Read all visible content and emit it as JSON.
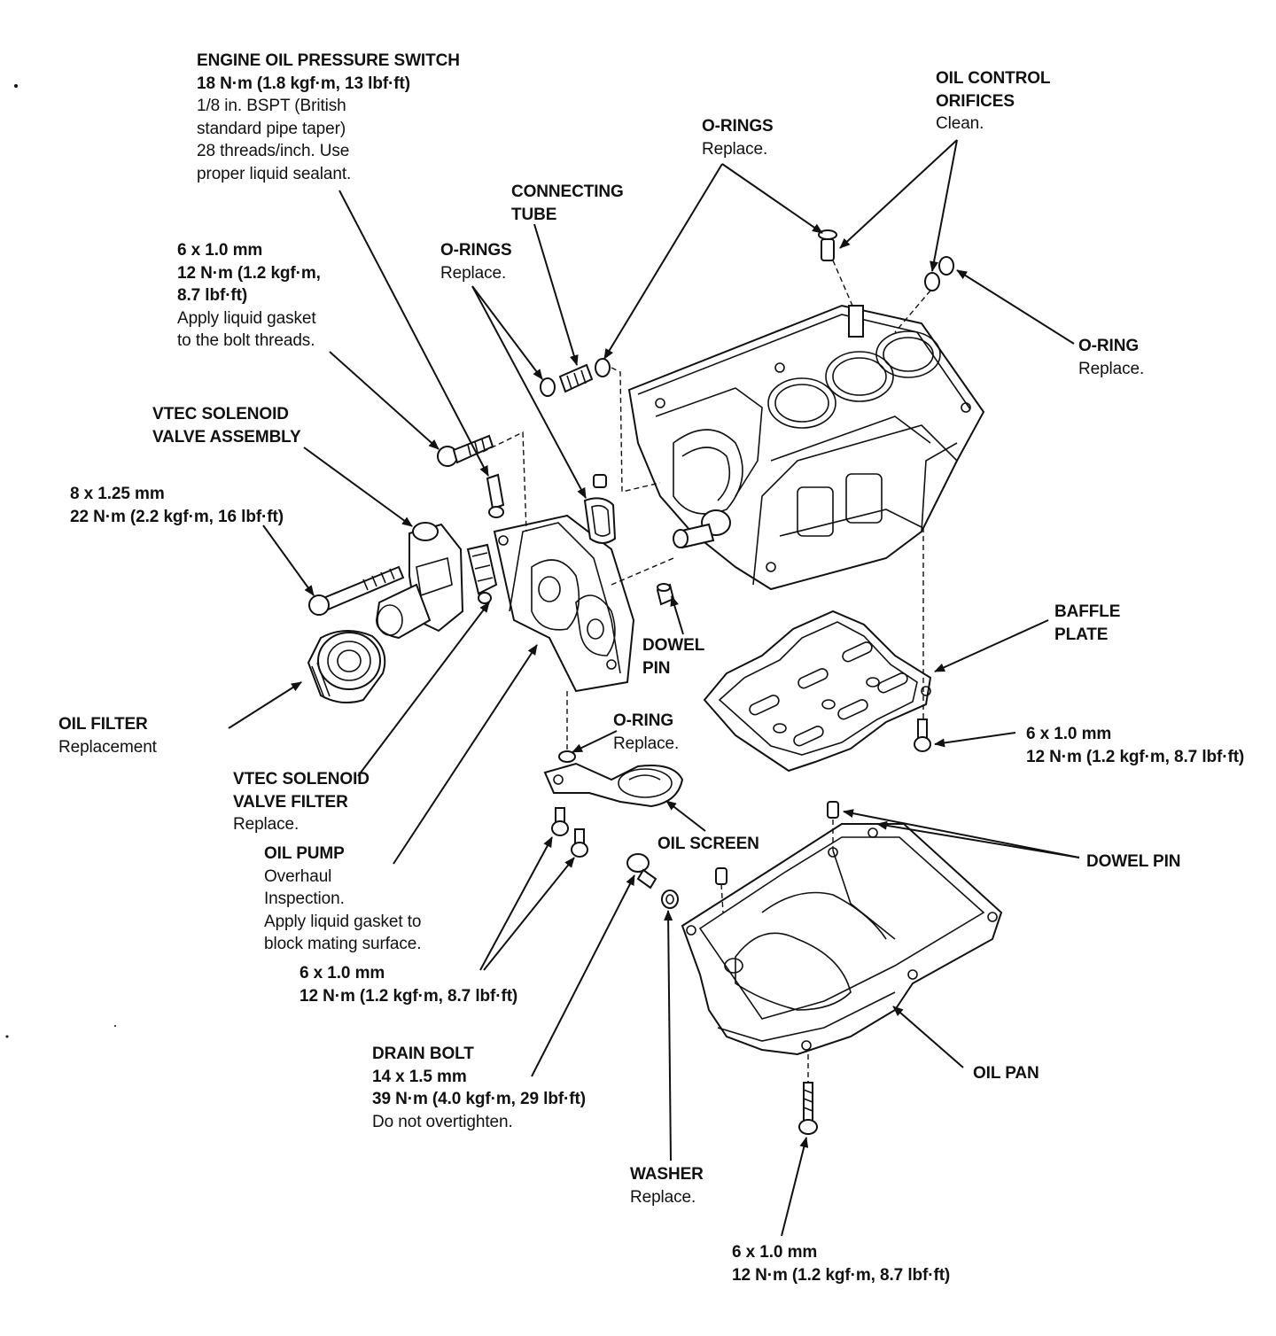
{
  "labels": {
    "pressure_switch": {
      "lines": [
        {
          "t": "ENGINE OIL PRESSURE SWITCH",
          "b": true
        },
        {
          "t": "18 N·m (1.8 kgf·m, 13 lbf·ft)",
          "b": true
        },
        {
          "t": "1/8 in. BSPT (British",
          "b": false
        },
        {
          "t": "standard pipe taper)",
          "b": false
        },
        {
          "t": "28 threads/inch. Use",
          "b": false
        },
        {
          "t": "proper liquid sealant.",
          "b": false
        }
      ]
    },
    "oil_control_orifices": {
      "lines": [
        {
          "t": "OIL CONTROL",
          "b": true
        },
        {
          "t": "ORIFICES",
          "b": true
        },
        {
          "t": "Clean.",
          "b": false
        }
      ]
    },
    "o_rings_top": {
      "lines": [
        {
          "t": "O-RINGS",
          "b": true
        },
        {
          "t": "Replace.",
          "b": false
        }
      ]
    },
    "connecting_tube": {
      "lines": [
        {
          "t": "CONNECTING",
          "b": true
        },
        {
          "t": "TUBE",
          "b": true
        }
      ]
    },
    "o_rings_mid": {
      "lines": [
        {
          "t": "O-RINGS",
          "b": true
        },
        {
          "t": "Replace.",
          "b": false
        }
      ]
    },
    "bolt_6x1_liquid": {
      "lines": [
        {
          "t": "6 x 1.0 mm",
          "b": true
        },
        {
          "t": "12 N·m (1.2 kgf·m,",
          "b": true
        },
        {
          "t": "8.7 lbf·ft)",
          "b": true
        },
        {
          "t": "Apply liquid gasket",
          "b": false
        },
        {
          "t": "to the bolt threads.",
          "b": false
        }
      ]
    },
    "o_ring_right": {
      "lines": [
        {
          "t": "O-RING",
          "b": true
        },
        {
          "t": "Replace.",
          "b": false
        }
      ]
    },
    "vtec_solenoid_assembly": {
      "lines": [
        {
          "t": "VTEC SOLENOID",
          "b": true
        },
        {
          "t": "VALVE ASSEMBLY",
          "b": true
        }
      ]
    },
    "bolt_8x125": {
      "lines": [
        {
          "t": "8 x 1.25 mm",
          "b": true
        },
        {
          "t": "22 N·m (2.2 kgf·m, 16 lbf·ft)",
          "b": true
        }
      ]
    },
    "baffle_plate": {
      "lines": [
        {
          "t": "BAFFLE",
          "b": true
        },
        {
          "t": "PLATE",
          "b": true
        }
      ]
    },
    "dowel_pin_mid": {
      "lines": [
        {
          "t": "DOWEL",
          "b": true
        },
        {
          "t": "PIN",
          "b": true
        }
      ]
    },
    "oil_filter": {
      "lines": [
        {
          "t": "OIL FILTER",
          "b": true
        },
        {
          "t": "Replacement",
          "b": false
        }
      ]
    },
    "o_ring_pump": {
      "lines": [
        {
          "t": "O-RING",
          "b": true
        },
        {
          "t": "Replace.",
          "b": false
        }
      ]
    },
    "bolt_baffle": {
      "lines": [
        {
          "t": "6 x 1.0 mm",
          "b": true
        },
        {
          "t": "12 N·m (1.2 kgf·m, 8.7 lbf·ft)",
          "b": true
        }
      ]
    },
    "vtec_filter": {
      "lines": [
        {
          "t": "VTEC SOLENOID",
          "b": true
        },
        {
          "t": "VALVE FILTER",
          "b": true
        },
        {
          "t": "Replace.",
          "b": false
        }
      ]
    },
    "oil_screen": {
      "lines": [
        {
          "t": "OIL SCREEN",
          "b": true
        }
      ]
    },
    "oil_pump": {
      "lines": [
        {
          "t": "OIL PUMP",
          "b": true
        },
        {
          "t": "Overhaul",
          "b": false
        },
        {
          "t": "Inspection.",
          "b": false
        },
        {
          "t": "Apply liquid gasket to",
          "b": false
        },
        {
          "t": "block mating surface.",
          "b": false
        }
      ]
    },
    "dowel_pin_right": {
      "lines": [
        {
          "t": "DOWEL PIN",
          "b": true
        }
      ]
    },
    "bolt_pump": {
      "lines": [
        {
          "t": "6 x 1.0 mm",
          "b": true
        },
        {
          "t": "12 N·m (1.2 kgf·m, 8.7 lbf·ft)",
          "b": true
        }
      ]
    },
    "drain_bolt": {
      "lines": [
        {
          "t": "DRAIN BOLT",
          "b": true
        },
        {
          "t": "14 x 1.5 mm",
          "b": true
        },
        {
          "t": "39 N·m (4.0 kgf·m, 29 lbf·ft)",
          "b": true
        },
        {
          "t": "Do not overtighten.",
          "b": false
        }
      ]
    },
    "oil_pan": {
      "lines": [
        {
          "t": "OIL PAN",
          "b": true
        }
      ]
    },
    "washer": {
      "lines": [
        {
          "t": "WASHER",
          "b": true
        },
        {
          "t": "Replace.",
          "b": false
        }
      ]
    },
    "bolt_pan": {
      "lines": [
        {
          "t": "6 x 1.0 mm",
          "b": true
        },
        {
          "t": "12 N·m (1.2 kgf·m, 8.7 lbf·ft)",
          "b": true
        }
      ]
    }
  }
}
